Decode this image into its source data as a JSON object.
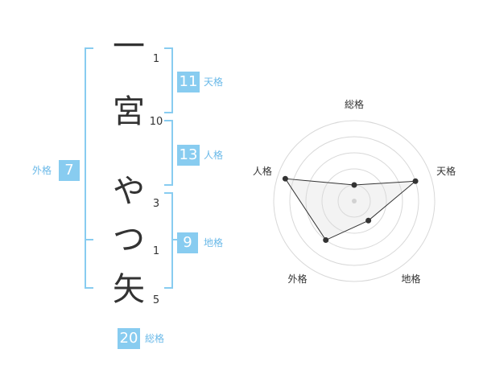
{
  "name_characters": [
    {
      "char": "一",
      "strokes": "1"
    },
    {
      "char": "宮",
      "strokes": "10"
    },
    {
      "char": "や",
      "strokes": "3"
    },
    {
      "char": "つ",
      "strokes": "1"
    },
    {
      "char": "矢",
      "strokes": "5"
    }
  ],
  "fortunes": {
    "tenkaku": {
      "value": "11",
      "label": "天格"
    },
    "jinkaku": {
      "value": "13",
      "label": "人格"
    },
    "chikaku": {
      "value": "9",
      "label": "地格"
    },
    "gaikaku": {
      "value": "7",
      "label": "外格"
    },
    "soukaku": {
      "value": "20",
      "label": "総格"
    }
  },
  "accent_color": "#88ccf0",
  "label_color": "#6ab9e8",
  "chart_data": {
    "type": "radar",
    "axes": [
      "総格",
      "天格",
      "地格",
      "外格",
      "人格"
    ],
    "values": [
      1,
      4,
      1.5,
      3,
      4.5
    ],
    "scale_max": 5,
    "rings": 5
  }
}
